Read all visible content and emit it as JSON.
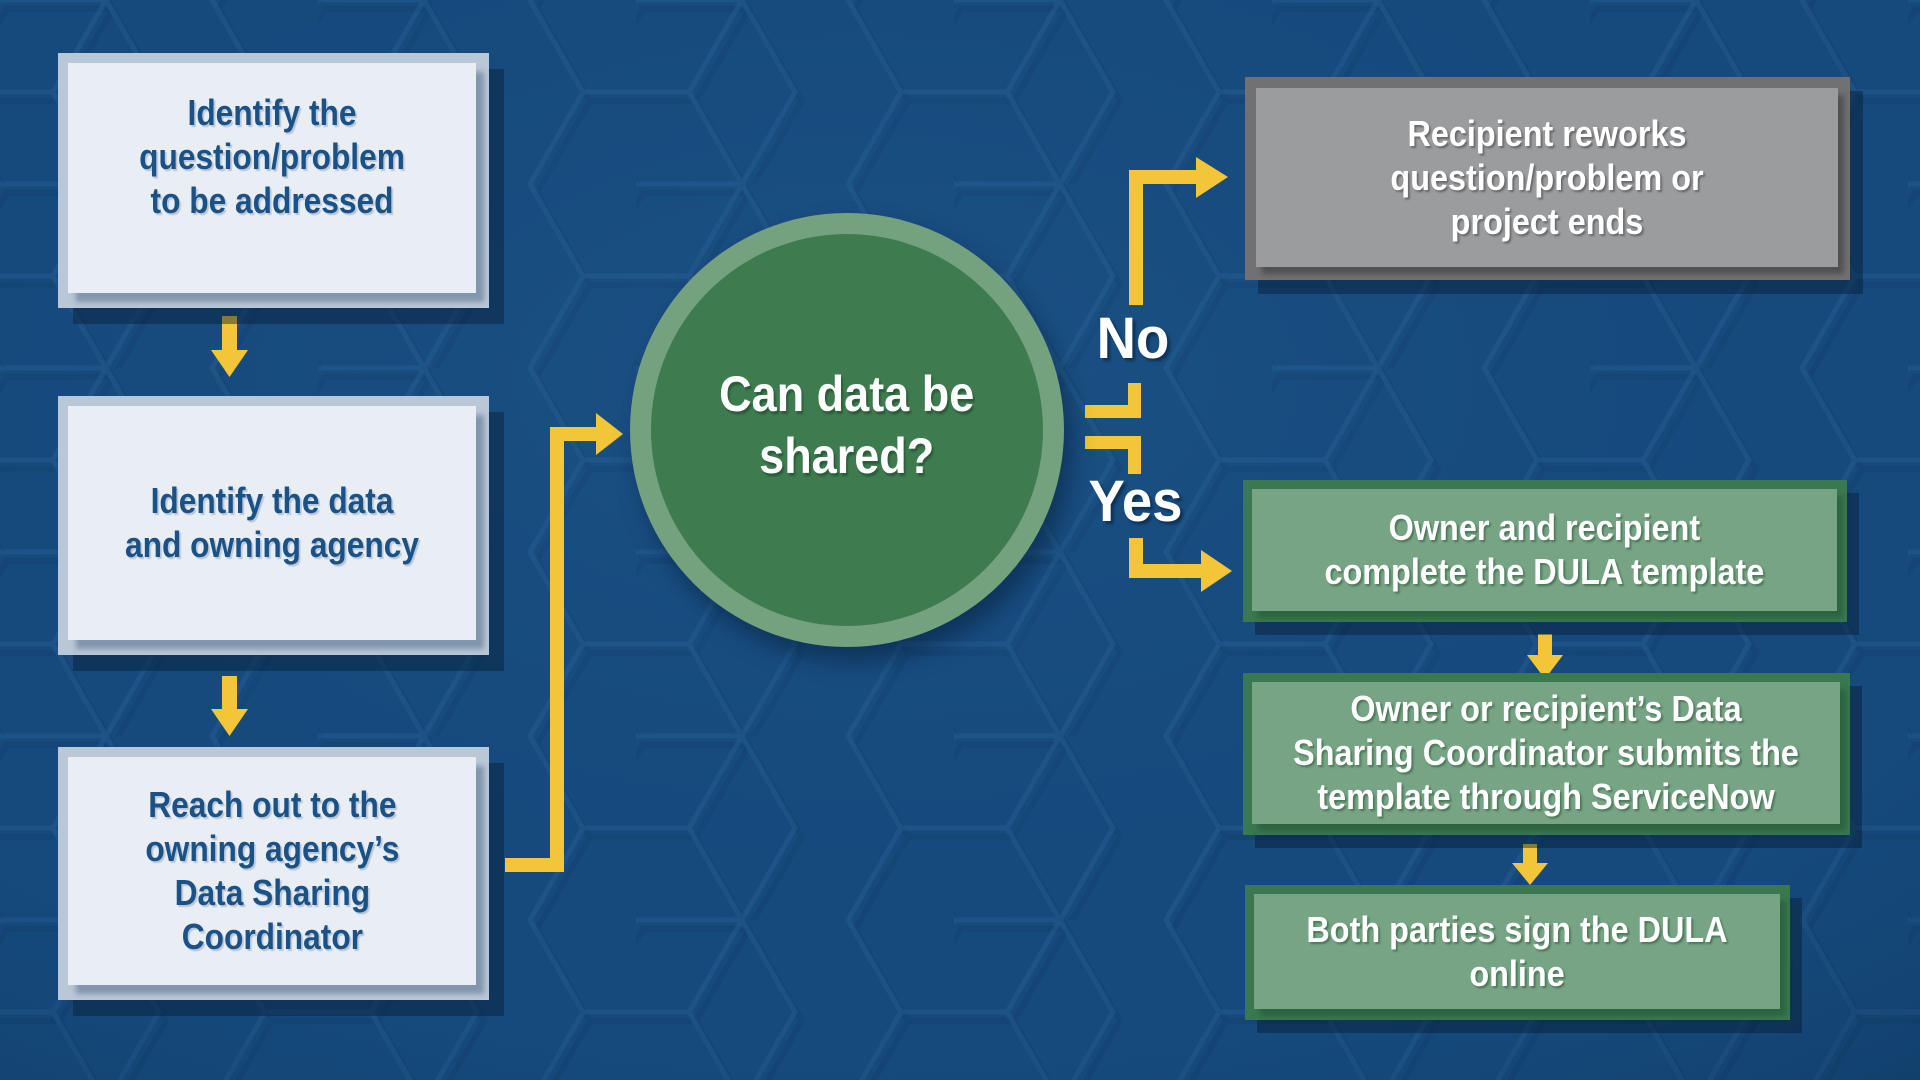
{
  "left_steps": [
    {
      "lines": [
        "Identify the",
        "question/problem",
        "to be addressed"
      ]
    },
    {
      "lines": [
        "Identify the data",
        "and owning agency"
      ]
    },
    {
      "lines": [
        "Reach out to the",
        "owning agency’s",
        "Data Sharing",
        "Coordinator"
      ]
    }
  ],
  "decision": {
    "lines": [
      "Can data be",
      "shared?"
    ]
  },
  "branches": {
    "no_label": "No",
    "yes_label": "Yes"
  },
  "no_outcome": {
    "lines": [
      "Recipient reworks",
      "question/problem or",
      "project ends"
    ]
  },
  "yes_steps": [
    {
      "lines": [
        "Owner and recipient",
        "complete the DULA template"
      ]
    },
    {
      "lines": [
        "Owner or recipient’s Data",
        "Sharing Coordinator submits the",
        "template through ServiceNow"
      ]
    },
    {
      "lines": [
        "Both parties sign the DULA",
        "online"
      ]
    }
  ],
  "colors": {
    "background": "#164a7d",
    "accent_yellow": "#f2c638",
    "step_box_fill": "#e9eef5",
    "step_box_frame": "#b9c7d7",
    "step_text": "#1b5286",
    "decision_fill": "#3e7c50",
    "decision_ring": "#74a17e",
    "outcome_gray_fill": "#9b9c9e",
    "outcome_gray_frame": "#717173",
    "yes_box_fill": "#77a484",
    "yes_box_frame": "#3a7850",
    "white_text": "#ffffff"
  }
}
